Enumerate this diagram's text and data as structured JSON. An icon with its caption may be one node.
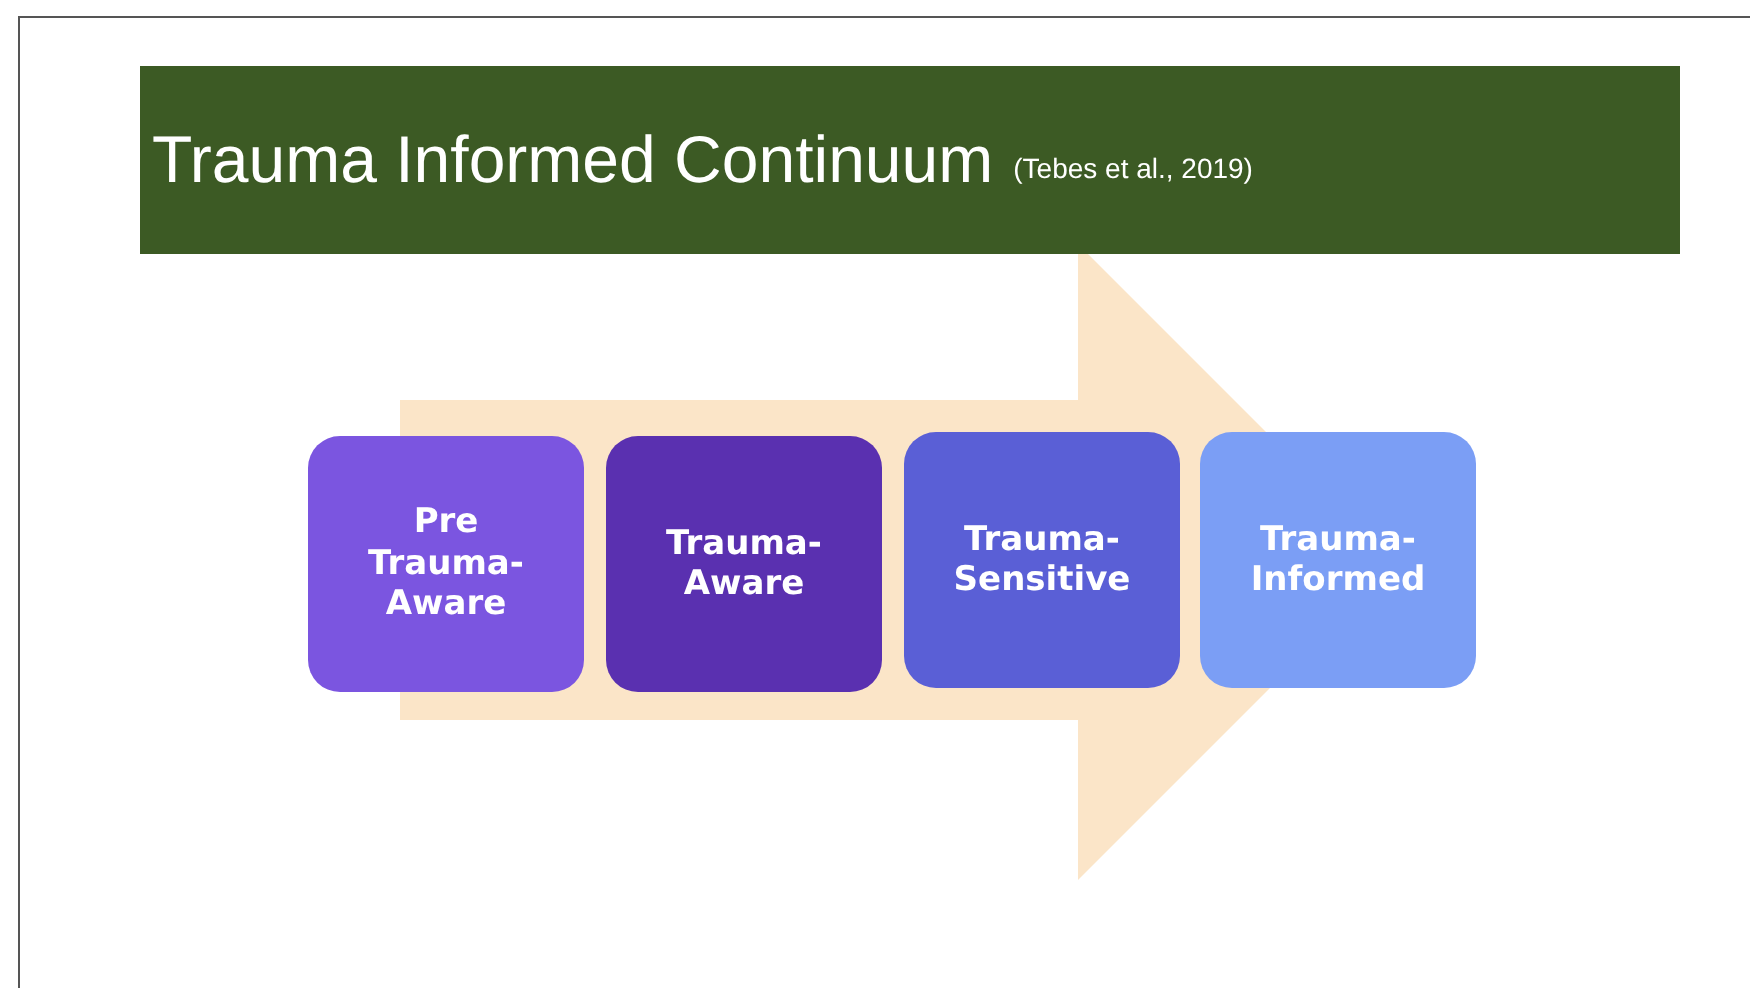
{
  "diagram": {
    "title": "Trauma Informed Continuum",
    "nodes": [
      {
        "text": [
          "Pre Trauma-Aware"
        ]
      },
      {
        "text": [
          "Trauma-Aware"
        ]
      },
      {
        "text": [
          "Trauma-Sensitive"
        ]
      },
      {
        "text": [
          "Trauma-Informed"
        ]
      }
    ],
    "edges": [
      {
        "from": 0,
        "to": 3,
        "arrow": "to"
      }
    ],
    "labels": [
      "(Tebes et al., 2019)"
    ]
  }
}
